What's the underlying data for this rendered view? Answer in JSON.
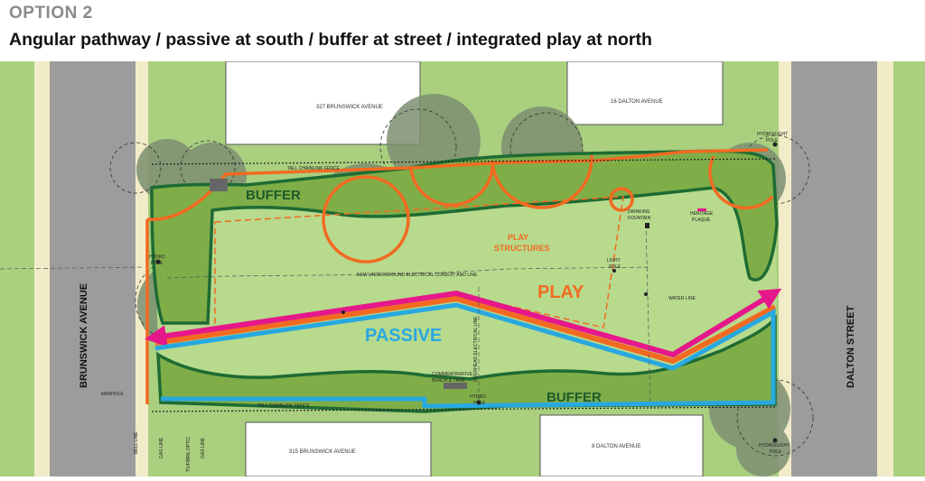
{
  "header": {
    "option": "OPTION 2",
    "title": "Angular pathway / passive at south / buffer at street / integrated play at north"
  },
  "buildings": {
    "b327": "327 BRUNSWICK AVENUE",
    "b16": "16 DALTON AVENUE",
    "b315": "315 BRUNSWICK AVENUE",
    "b8": "8 DALTON AVENUE"
  },
  "streets": {
    "west": "BRUNSWICK AVENUE",
    "east": "DALTON STREET"
  },
  "zones": {
    "buffer_north": "BUFFER",
    "buffer_south": "BUFFER",
    "play": "PLAY",
    "passive": "PASSIVE",
    "play_structures_1": "PLAY",
    "play_structures_2": "STRUCTURES"
  },
  "annotations": {
    "fence_north": "TALL CHAINLINK FENCE",
    "fence_south": "TALL CHAINLINK FENCE",
    "conduit": "NEW UNDERGROUND ELECTRICAL CONDUIT AND LINE",
    "water_line": "WATER LINE",
    "drinking_1": "DRINKING",
    "drinking_2": "FOUNTAIN",
    "heritage_1": "HERITAGE",
    "heritage_2": "PLAQUE",
    "light_1": "LIGHT",
    "light_2": "POLE",
    "hydro_west_1": "HYDRO",
    "hydro_west_2": "POLE",
    "hydro_south": "HYDRO",
    "hydro_south_2": "POLE",
    "hydrolight_ne_1": "HYDRO/LIGHT",
    "hydrolight_ne_2": "POLE",
    "hydrolight_se_1": "HYDRO/LIGHT",
    "hydrolight_se_2": "POLE",
    "bench_1": "COMMEMORATIVE",
    "bench_2": "BENCH & TREE",
    "manhole": "MANHOLE",
    "overhead": "OVERHEAD ELECTRICAL LINE",
    "bell": "BELL LINE",
    "gas1": "GAS LINE",
    "tv": "TV/FIBRE OPTIC",
    "gas2": "GAS LINE"
  },
  "colors": {
    "grass": "#a9cf7f",
    "grass_dark": "#7fae48",
    "outline": "#1e6b33",
    "orange": "#f26a21",
    "magenta": "#e6178b",
    "blue": "#29a8e0",
    "street": "#9c9c9c",
    "sidewalk": "#f2ebc8",
    "tree": "#7d8f72"
  }
}
